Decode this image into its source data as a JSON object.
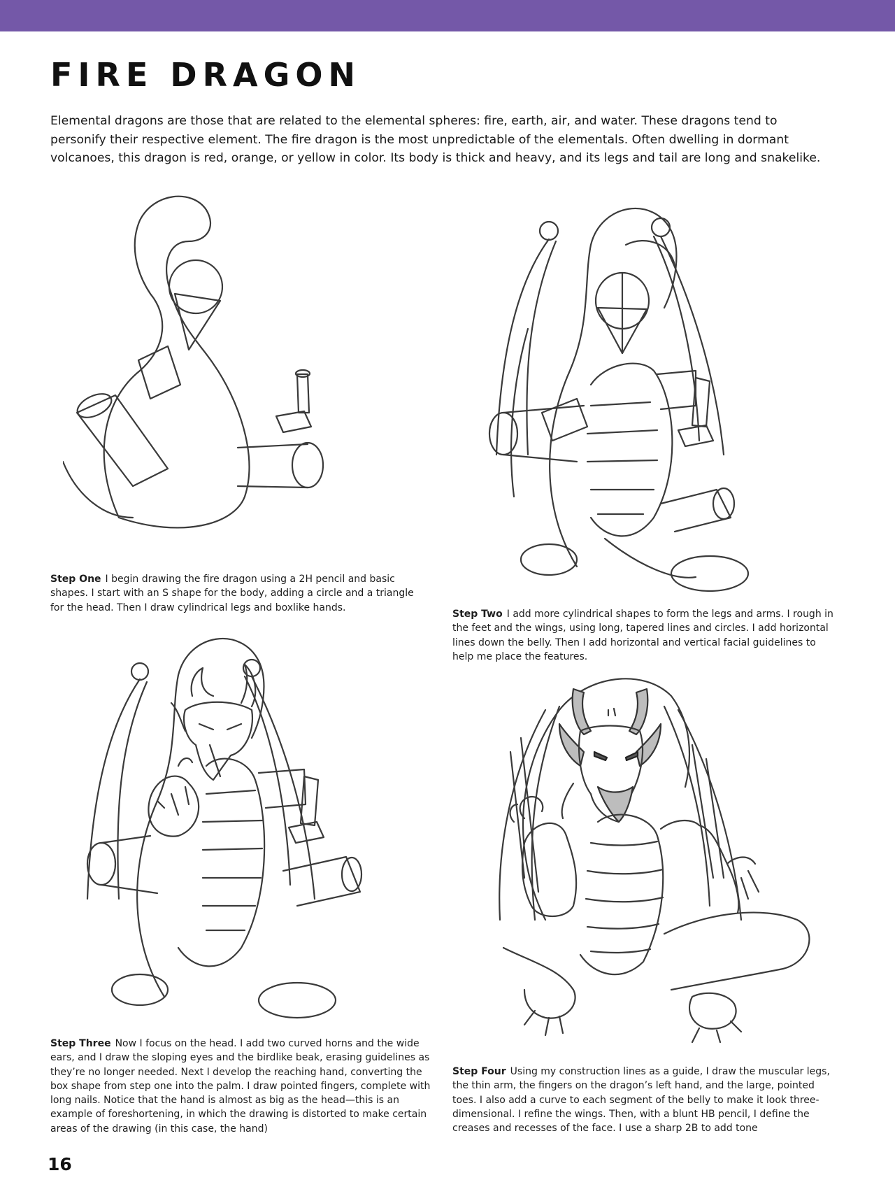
{
  "colors": {
    "accent_band": "#7458a8"
  },
  "page": {
    "title": "FIRE DRAGON",
    "intro": "Elemental dragons are those that are related to the elemental spheres: fire, earth, air, and water. These dragons tend to personify their respective element. The fire dragon is the most unpredictable of the elementals. Often dwelling in dormant volcanoes, this dragon is red, orange, or yellow in color. Its body is thick and heavy, and its legs and tail are long and snakelike.",
    "page_number": "16"
  },
  "steps": [
    {
      "label": "Step One",
      "text": "I begin drawing the fire dragon using a 2H pencil and basic shapes. I start with an S shape for the body, adding a circle and a triangle for the head. Then I draw cylindrical legs and boxlike hands."
    },
    {
      "label": "Step Two",
      "text": "I add more cylindrical shapes to form the legs and arms. I rough in the feet and the wings, using long, tapered lines and circles. I add horizontal lines down the belly. Then I add horizontal and vertical facial guidelines to help me place the features."
    },
    {
      "label": "Step Three",
      "text": "Now I focus on the head. I add two curved horns and the wide ears, and I draw the sloping eyes and the birdlike beak, erasing guidelines as they’re no longer needed. Next I develop the reaching hand, converting the box shape from step one into the palm. I draw pointed fingers, complete with long nails. Notice that the hand is almost as big as the head—this is an example of foreshortening, in which the drawing is distorted to make certain areas of the drawing (in this case, the hand)"
    },
    {
      "label": "Step Four",
      "text": "Using my construction lines as a guide, I draw the muscular legs, the thin arm, the fingers on the dragon’s left hand, and the large, pointed toes. I also add a curve to each segment of the belly to make it look three-dimensional. I refine the wings. Then, with a blunt HB pencil, I define the creases and recesses of the face. I use a sharp 2B to add tone"
    }
  ]
}
